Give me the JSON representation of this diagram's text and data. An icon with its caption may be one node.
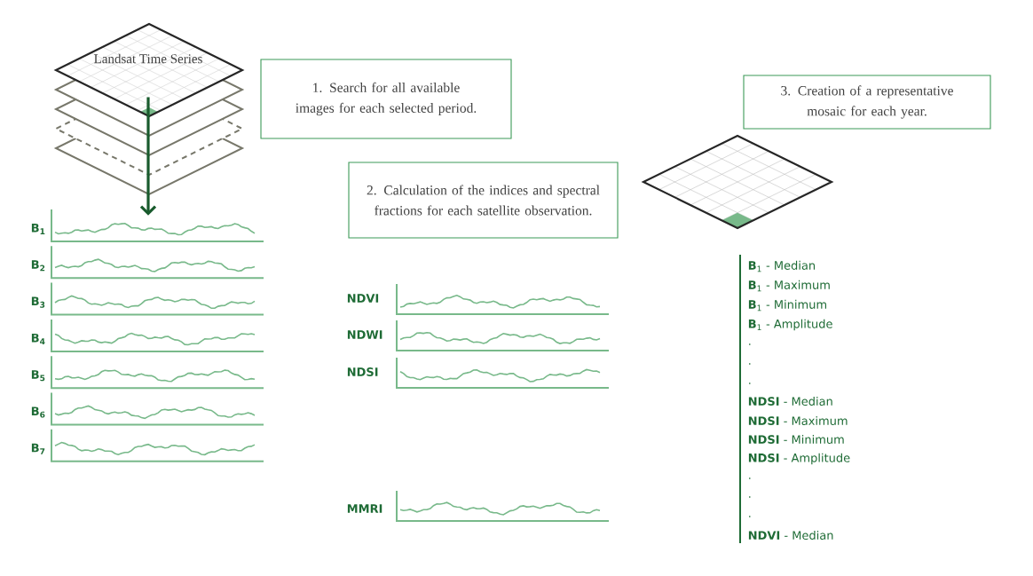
{
  "diagram": {
    "nodes": [
      {
        "text": [
          "Landsat Time Series"
        ]
      },
      {
        "text": [],
        "shape": "picture"
      },
      {
        "text": [
          "1. Search for all available images for each selected period."
        ]
      },
      {
        "text": [
          "2. Calculation of the indices and spectral fractions for each satellite observation."
        ]
      },
      {
        "text": [
          "3. Creation of a representative mosaic for each year."
        ]
      }
    ],
    "edges": [
      {
        "from": 0,
        "to": 1,
        "arrow": "to"
      }
    ],
    "labels": [
      "B$_{1}$",
      "B$_{2}$",
      "B$_{3}$",
      "B$_{4}$",
      "B$_{5}$",
      "B$_{6}$",
      "B$_{7}$",
      "NDVI",
      "NDWI",
      "NDSI",
      "MMRI",
      "**B**$_{1}$ - Median",
      "**B**$_{1}$ - Maximum",
      "**B**$_{1}$ - Minimum",
      "**B**$_{1}$ - Amplitude",
      ".",
      ".",
      ".",
      "**NDSI** - Median",
      "**NDSI** - Maximum",
      "**NDSI** - Minimum",
      "**NDSI** - Amplitude",
      ".",
      ".",
      ".",
      "**NDVI** - Median"
    ]
  }
}
